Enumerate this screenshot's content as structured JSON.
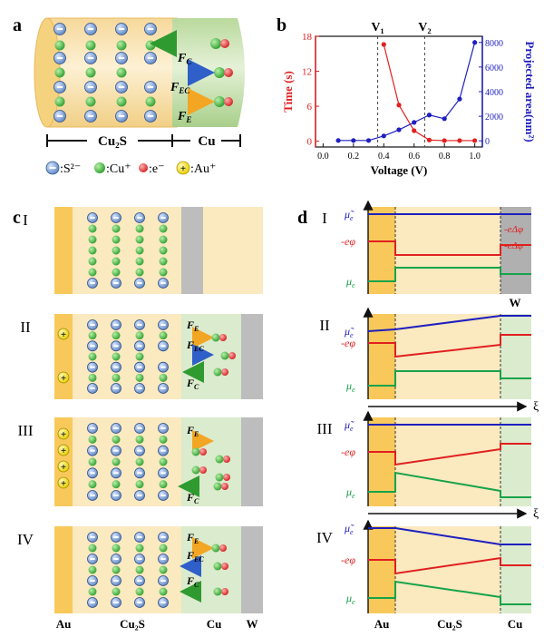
{
  "panels": {
    "a": {
      "label": "a",
      "force_labels": {
        "fc": "F",
        "fc_sub": "C",
        "fec": "F",
        "fec_sub": "EC",
        "fe": "F",
        "fe_sub": "E"
      },
      "region_labels": {
        "cu2s": "Cu₂S",
        "cu": "Cu"
      },
      "legend": {
        "s": ":S²⁻",
        "cu": ":Cu⁺",
        "e": ":e⁻",
        "au": ":Au⁺"
      }
    },
    "b": {
      "label": "b",
      "v1": "V₁",
      "v2": "V₂"
    },
    "c": {
      "label": "c",
      "stage_labels": [
        "I",
        "II",
        "III",
        "IV"
      ],
      "force_labels": {
        "fe": "F",
        "fe_sub": "E",
        "fec": "F",
        "fec_sub": "EC",
        "fc": "F",
        "fc_sub": "C"
      },
      "bottom_labels": {
        "au": "Au",
        "cu2s": "Cu₂S",
        "cu": "Cu",
        "w": "W"
      }
    },
    "d": {
      "label": "d",
      "stage_labels": [
        "I",
        "II",
        "III",
        "IV"
      ],
      "y_labels": {
        "mu_tilde": "μ̃",
        "mu_tilde_sub": "e",
        "phi": "-eφ",
        "mu": "μ",
        "mu_sub": "e"
      },
      "delta_labels": {
        "top": "-eΔφ",
        "bottom": "-eΔφ"
      },
      "w_label": "W",
      "xi_label": "ξ",
      "bottom_labels": {
        "au": "Au",
        "cu2s": "Cu₂S",
        "cu": "Cu"
      }
    }
  },
  "colors": {
    "sulfur": "#6f93c9",
    "copper": "#3cae3c",
    "electron": "#e23b3b",
    "gold_ion": "#f1e021",
    "gold_metal": "#f8c95a",
    "cu2s_bg": "#fbe9c0",
    "cu_bg": "#dbebcd",
    "w_metal": "#bdbdbd",
    "blue_line": "#1f1fbf",
    "red_line": "#e02020",
    "green_line": "#16a34a"
  },
  "chart_data": {
    "type": "line",
    "xlabel": "Voltage (V)",
    "ylabel": "Time (s)",
    "y2label": "Projected area(nm²)",
    "xlim": [
      -0.05,
      1.05
    ],
    "ylim": [
      -1,
      18
    ],
    "y2lim": [
      -500,
      8500
    ],
    "x_ticks": [
      "0.0",
      "0.2",
      "0.4",
      "0.6",
      "0.8",
      "1.0"
    ],
    "y_ticks": [
      "0",
      "6",
      "12",
      "18"
    ],
    "y2_ticks": [
      "0",
      "2000",
      "4000",
      "6000",
      "8000"
    ],
    "vlines": [
      {
        "label": "V₁",
        "x": 0.36
      },
      {
        "label": "V₂",
        "x": 0.67
      }
    ],
    "series": [
      {
        "name": "",
        "axis": "left",
        "color": "#e02020",
        "x": [
          0.4,
          0.5,
          0.6,
          0.7,
          0.8,
          0.9,
          1.0
        ],
        "y": [
          16.6,
          6.2,
          1.8,
          0.2,
          0.1,
          0.1,
          0.1
        ]
      },
      {
        "name": "",
        "axis": "right",
        "color": "#1f1fbf",
        "x": [
          0.1,
          0.2,
          0.3,
          0.4,
          0.5,
          0.6,
          0.7,
          0.8,
          0.9,
          1.0
        ],
        "y": [
          30,
          30,
          30,
          400,
          900,
          1500,
          2100,
          1800,
          3400,
          8000
        ]
      }
    ]
  }
}
